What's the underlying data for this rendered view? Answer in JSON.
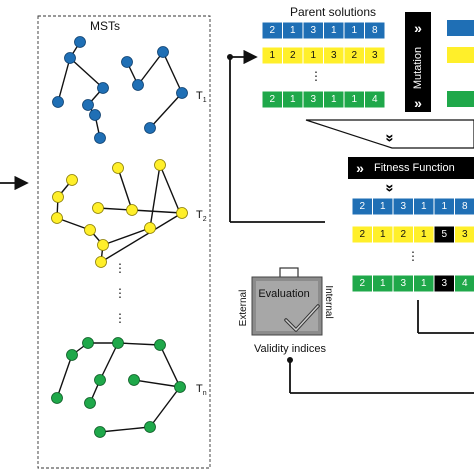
{
  "msts": {
    "title": "MSTs",
    "trees": [
      {
        "label": "T",
        "sub": "1",
        "color": "#1f6fb5"
      },
      {
        "label": "T",
        "sub": "2",
        "color": "#ffef2a"
      },
      {
        "label": "T",
        "sub": "n",
        "color": "#1fa84a"
      }
    ],
    "ellipsis": "⋮"
  },
  "parent_solutions": {
    "title": "Parent solutions",
    "rows": [
      {
        "color": "#1f6fb5",
        "text_color": "#ffffff",
        "values": [
          "2",
          "1",
          "3",
          "1",
          "1",
          "8"
        ]
      },
      {
        "color": "#ffef2a",
        "text_color": "#111111",
        "values": [
          "1",
          "2",
          "1",
          "3",
          "2",
          "3"
        ]
      },
      {
        "color": "#1fa84a",
        "text_color": "#ffffff",
        "values": [
          "2",
          "1",
          "3",
          "1",
          "1",
          "4"
        ]
      }
    ],
    "ellipsis": "⋮"
  },
  "mutation": {
    "label": "Mutation"
  },
  "fitness": {
    "label": "Fitness Function"
  },
  "offspring": {
    "rows": [
      {
        "color": "#1f6fb5",
        "text_color": "#ffffff",
        "values": [
          "2",
          "1",
          "3",
          "1",
          "1",
          "8"
        ],
        "highlight": null
      },
      {
        "color": "#ffef2a",
        "text_color": "#111111",
        "values": [
          "2",
          "1",
          "2",
          "1",
          "5",
          "3"
        ],
        "highlight": 4
      },
      {
        "color": "#1fa84a",
        "text_color": "#ffffff",
        "values": [
          "2",
          "1",
          "3",
          "1",
          "3",
          "4"
        ],
        "highlight": 4
      }
    ],
    "ellipsis": "⋮"
  },
  "evaluation": {
    "title": "Evaluation",
    "external": "External",
    "internal": "Internal",
    "validity": "Validity indices"
  }
}
